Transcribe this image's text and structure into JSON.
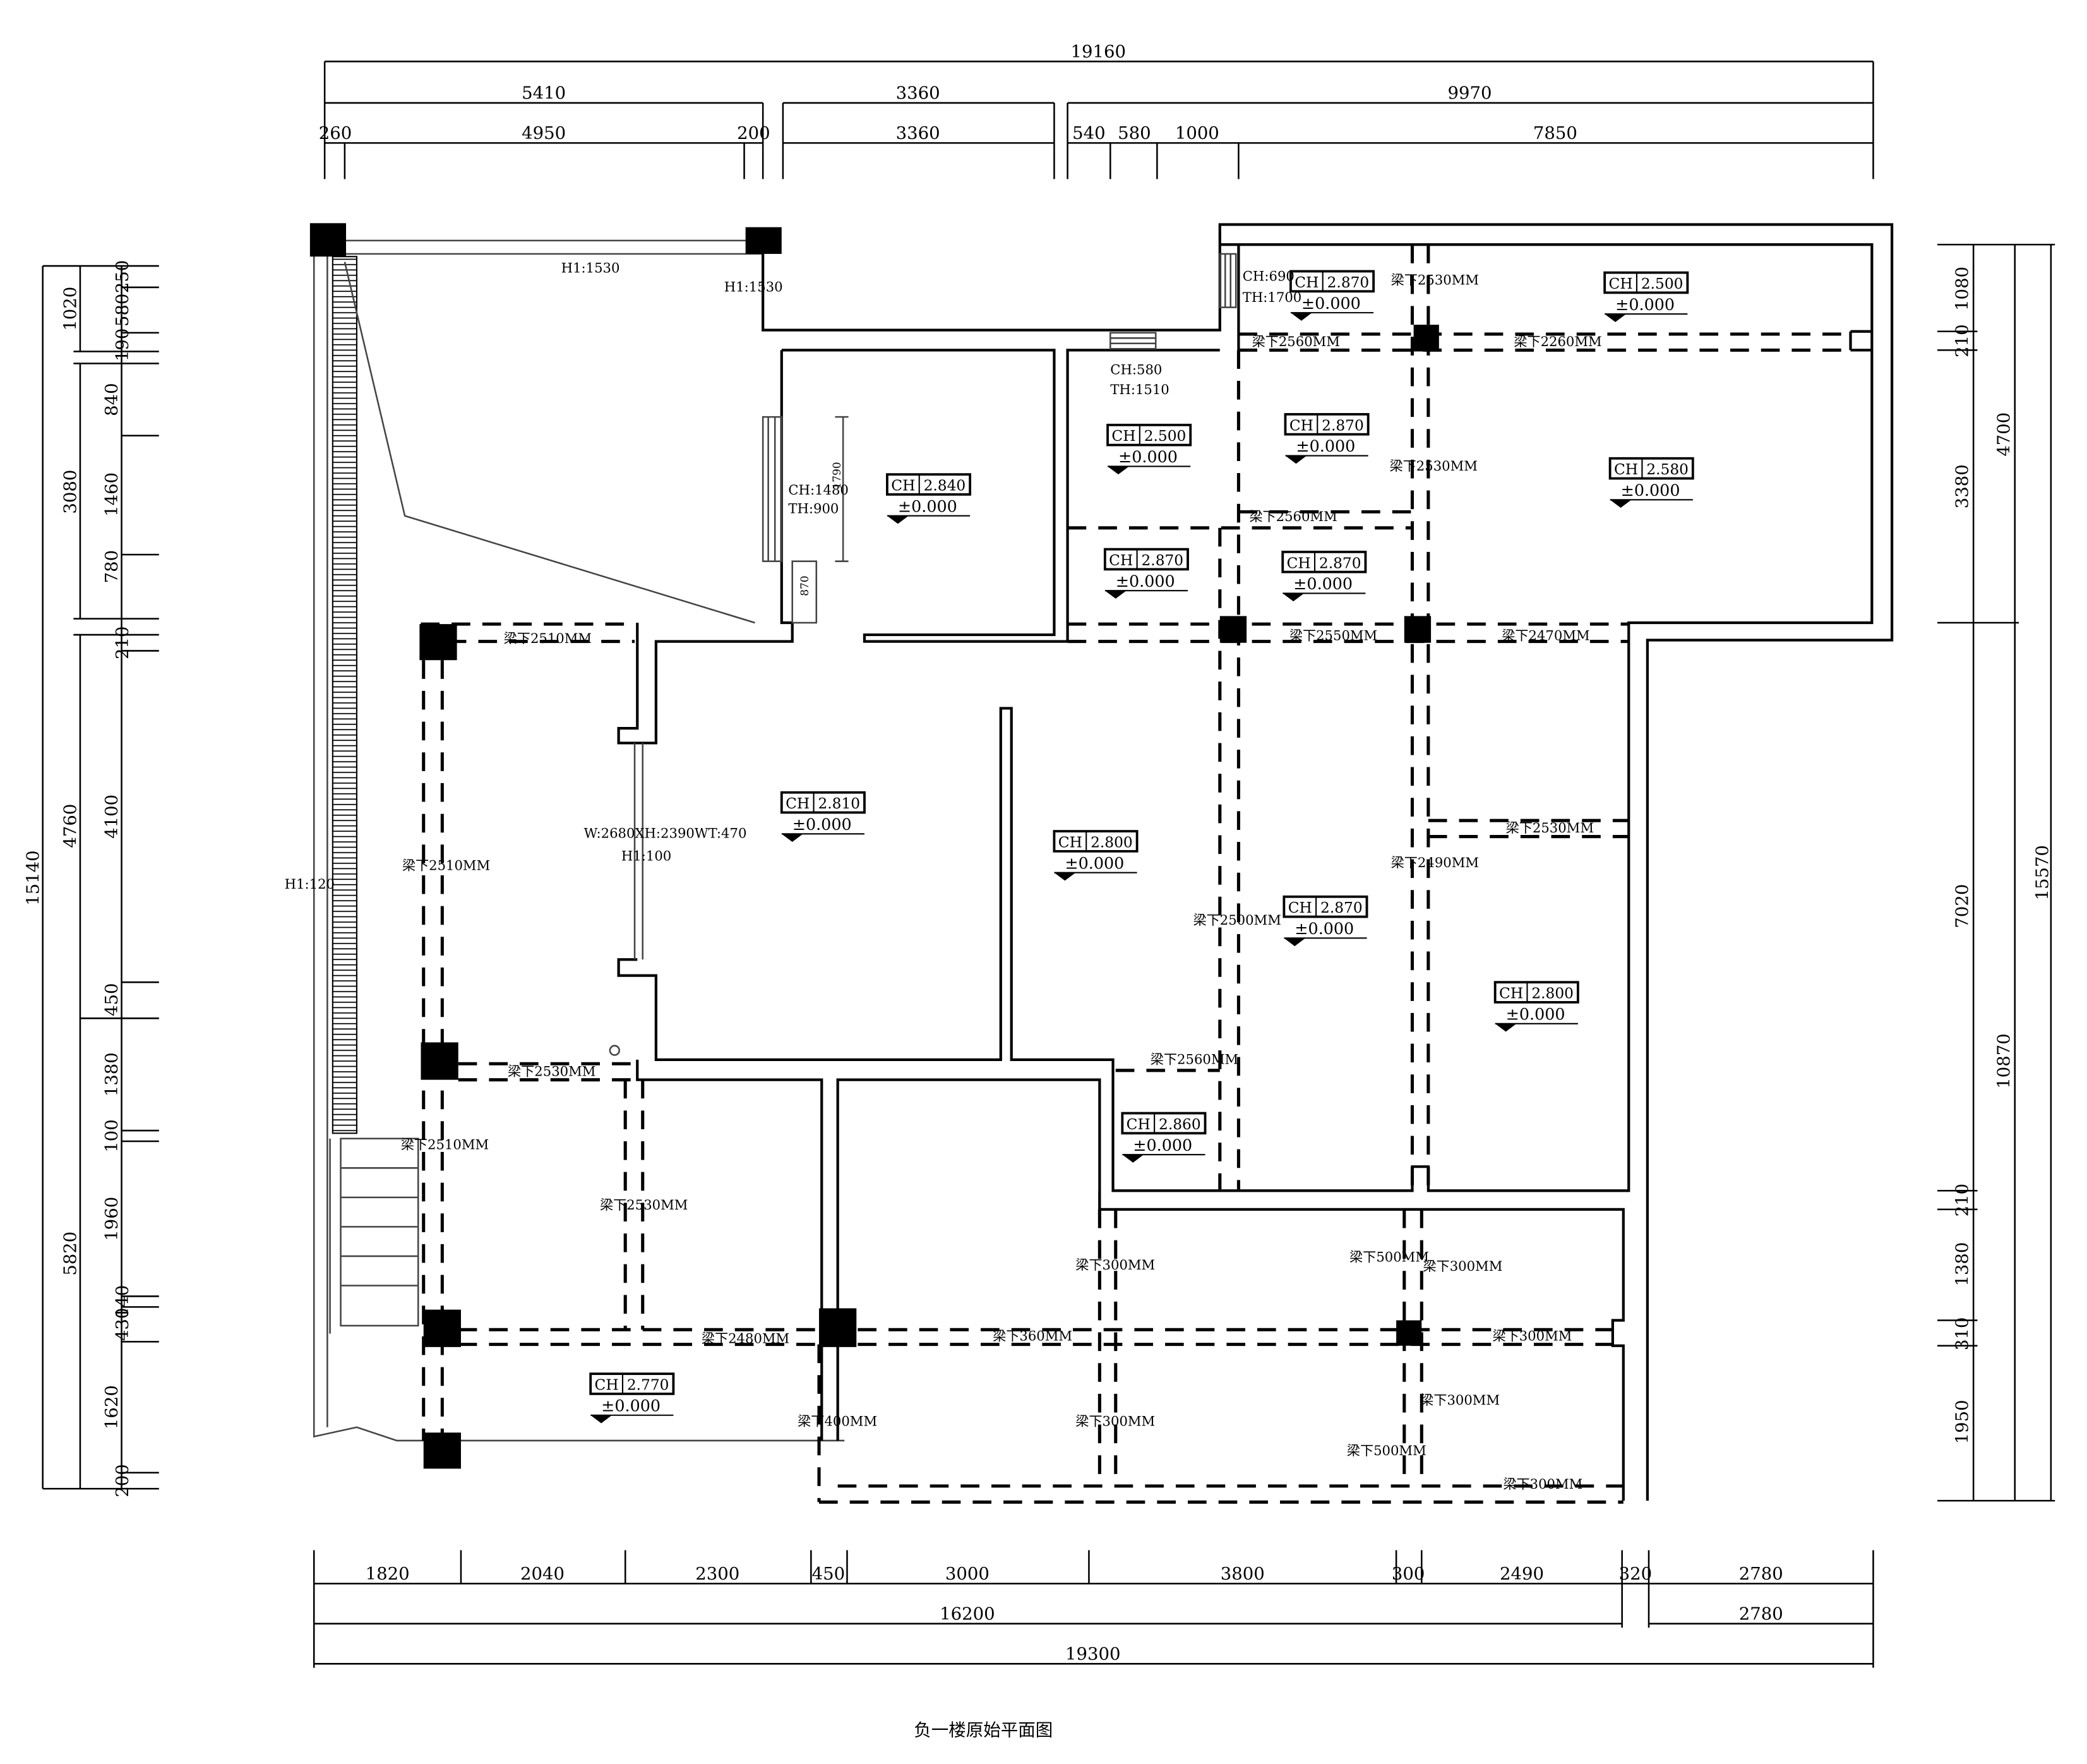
{
  "title": "负一楼原始平面图",
  "dimensions": {
    "top_total": "19160",
    "top_mid": [
      "5410",
      "3360",
      "9970"
    ],
    "top_detail": [
      "260",
      "4950",
      "200",
      "3360",
      "540",
      "580",
      "1000",
      "7850"
    ],
    "bottom_detail": [
      "1820",
      "2040",
      "2300",
      "450",
      "3000",
      "3800",
      "300",
      "2490",
      "320",
      "2780"
    ],
    "bottom_mid": [
      "16200",
      "2780"
    ],
    "bottom_total": "19300",
    "left_total": "15140",
    "left_mid": [
      "1020",
      "3080",
      "4760",
      "5820"
    ],
    "left_detail": [
      "250",
      "580",
      "190",
      "840",
      "1460",
      "780",
      "210",
      "4100",
      "450",
      "1380",
      "100",
      "1960",
      "140",
      "430",
      "1620",
      "200"
    ],
    "right_total": "15570",
    "right_mid": [
      "4700",
      "10870"
    ],
    "right_sub": [
      "1080",
      "210",
      "3380",
      "7020",
      "210",
      "1380",
      "310",
      "1950"
    ]
  },
  "heights": [
    {
      "ch": "2.870",
      "lvl": "±0.000"
    },
    {
      "ch": "2.500",
      "lvl": "±0.000"
    },
    {
      "ch": "2.500",
      "lvl": "±0.000"
    },
    {
      "ch": "2.870",
      "lvl": "±0.000"
    },
    {
      "ch": "2.840",
      "lvl": "±0.000"
    },
    {
      "ch": "2.580",
      "lvl": "±0.000"
    },
    {
      "ch": "2.870",
      "lvl": "±0.000"
    },
    {
      "ch": "2.870",
      "lvl": "±0.000"
    },
    {
      "ch": "2.810",
      "lvl": "±0.000"
    },
    {
      "ch": "2.800",
      "lvl": "±0.000"
    },
    {
      "ch": "2.870",
      "lvl": "±0.000"
    },
    {
      "ch": "2.800",
      "lvl": "±0.000"
    },
    {
      "ch": "2.860",
      "lvl": "±0.000"
    },
    {
      "ch": "2.770",
      "lvl": "±0.000"
    }
  ],
  "tag_prefix": "CH",
  "beams": [
    "梁下2530MM",
    "梁下2560MM",
    "梁下2260MM",
    "梁下2530MM",
    "梁下2560MM",
    "梁下2510MM",
    "梁下2550MM",
    "梁下2470MM",
    "梁下2530MM",
    "梁下2510MM",
    "梁下2490MM",
    "梁下2500MM",
    "梁下2530MM",
    "梁下2560MM",
    "梁下2510MM",
    "梁下2530MM",
    "梁下300MM",
    "梁下500MM",
    "梁下300MM",
    "梁下2480MM",
    "梁下360MM",
    "梁下300MM",
    "梁下400MM",
    "梁下300MM",
    "梁下300MM",
    "梁下500MM",
    "梁下300MM"
  ],
  "notes": {
    "h1_top": "H1:1530",
    "h1_top2": "H1:1530",
    "h1_left": "H1:120",
    "ch690": "CH:690",
    "th1700": "TH:1700",
    "ch580": "CH:580",
    "th1510": "TH:1510",
    "ch1480": "CH:1480",
    "th900": "TH:900",
    "d1790": "1790",
    "d870": "870",
    "window": "W:2680XH:2390WT:470",
    "h1_100": "H1:100"
  }
}
